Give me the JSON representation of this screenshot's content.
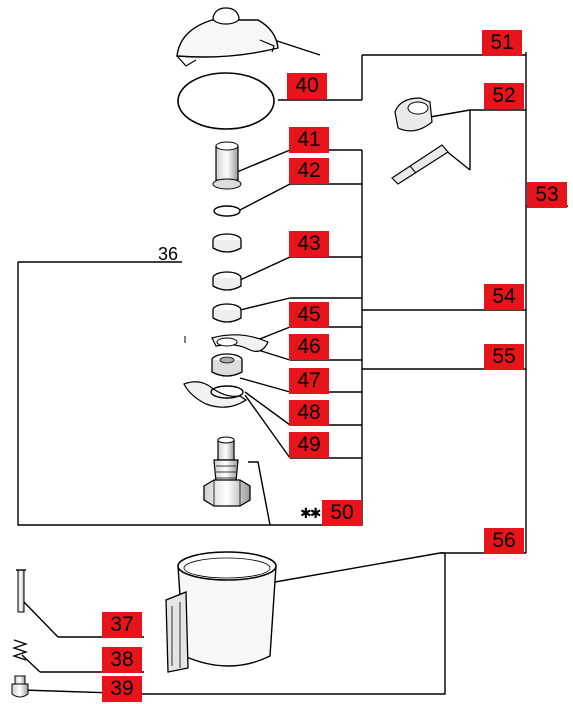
{
  "tags": {
    "t51": "51",
    "t40": "40",
    "t52": "52",
    "t41": "41",
    "t42": "42",
    "t53": "53",
    "t43": "43",
    "t54": "54",
    "t45": "45",
    "t46": "46",
    "t55": "55",
    "t47": "47",
    "t48": "48",
    "t49": "49",
    "t50": "50",
    "t56": "56",
    "t37": "37",
    "t38": "38",
    "t39": "39"
  },
  "labels": {
    "group_36": "36",
    "asterisks": "✱✱"
  },
  "colors": {
    "tag_red": "#e8141b",
    "line": "#000000",
    "part_fill": "#f0f0f0",
    "part_shade": "#bdbdbd"
  }
}
